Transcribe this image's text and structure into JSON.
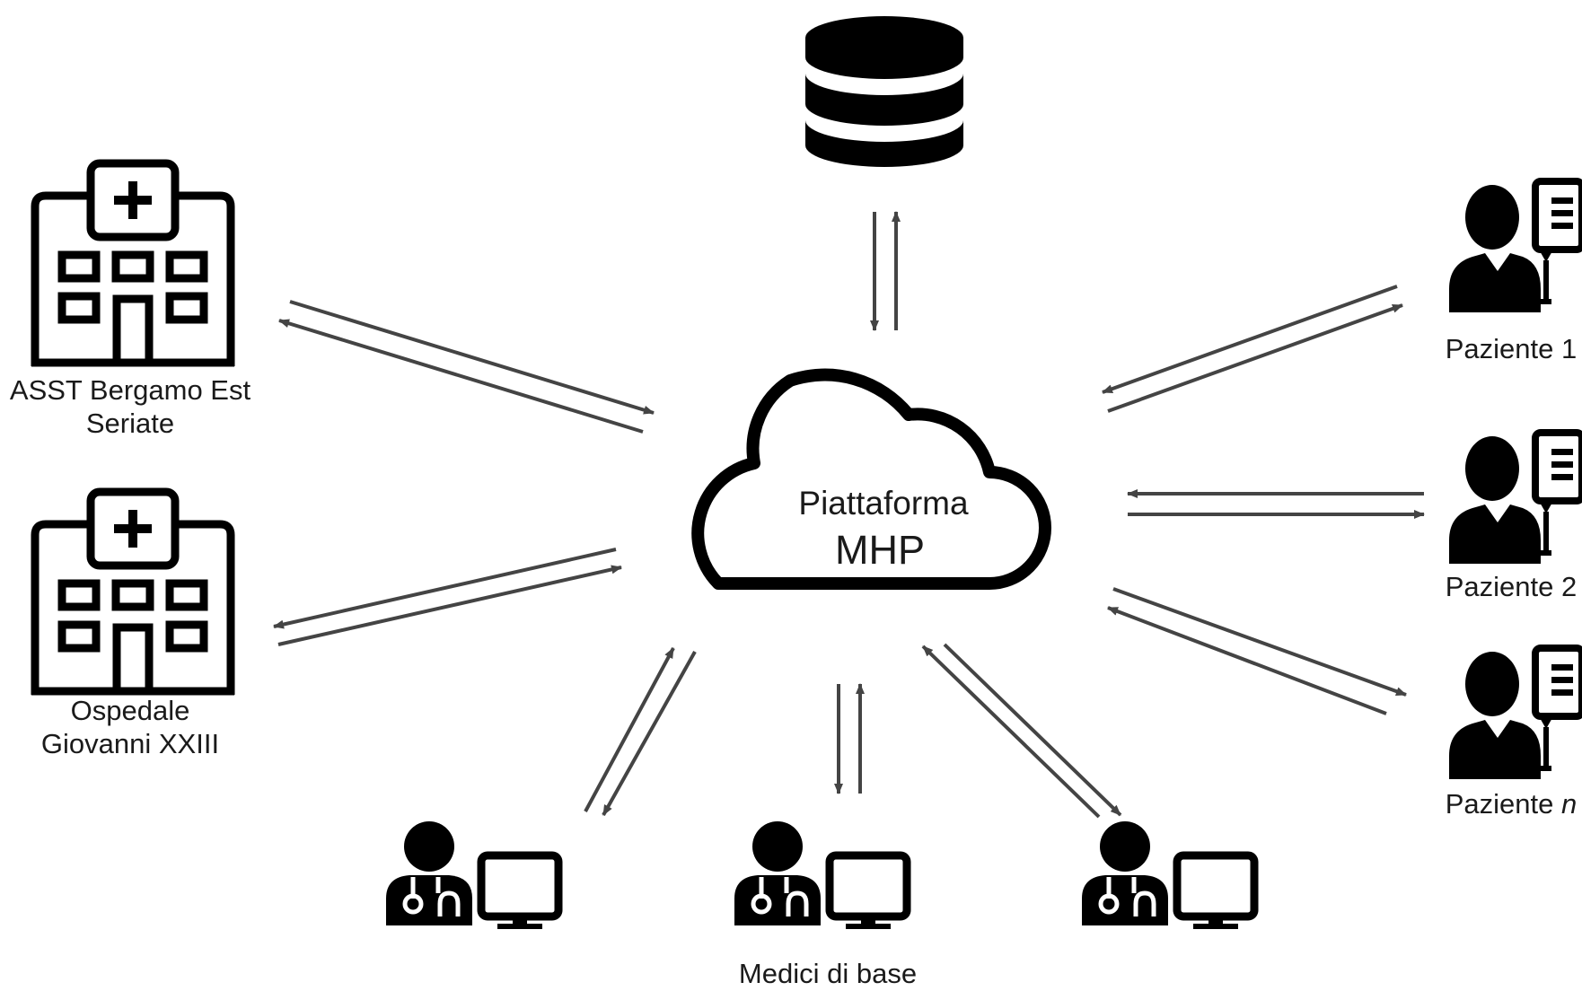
{
  "platform": {
    "line1": "Piattaforma",
    "line2": "MHP"
  },
  "hospitals": [
    {
      "line1": "ASST Bergamo Est",
      "line2": "Seriate"
    },
    {
      "line1": "Ospedale",
      "line2": "Giovanni XXIII"
    }
  ],
  "patients": [
    {
      "prefix": "Paziente ",
      "suffix": "1"
    },
    {
      "prefix": "Paziente ",
      "suffix": "2"
    },
    {
      "prefix": "Paziente ",
      "suffix": "n"
    }
  ],
  "doctors_label": "Medici di base",
  "colors": {
    "icon": "#000000",
    "arrow": "#444444",
    "text": "#1a1a1a",
    "background": "#ffffff"
  },
  "icons": {
    "database": "database-icon",
    "cloud": "cloud-icon",
    "hospital": "hospital-building-icon",
    "patient": "patient-with-iv-drip-icon",
    "doctor": "doctor-with-computer-icon"
  }
}
